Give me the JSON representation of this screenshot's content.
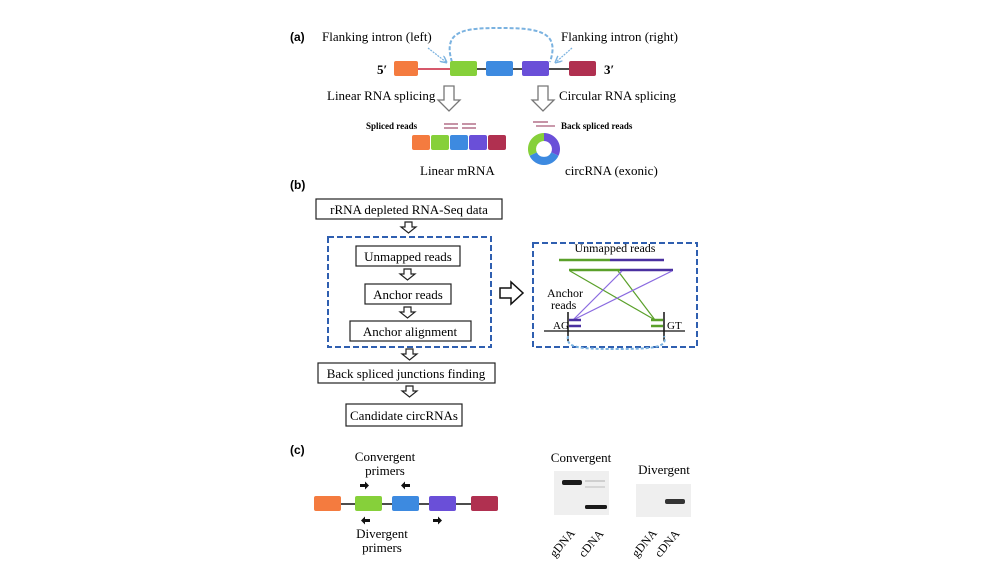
{
  "panel_a": {
    "label": "(a)",
    "flank_left": "Flanking intron (left)",
    "flank_right": "Flanking intron (right)",
    "five_prime": "5′",
    "three_prime": "3′",
    "linear_splicing": "Linear RNA splicing",
    "circular_splicing": "Circular RNA  splicing",
    "spliced_reads": "Spliced reads",
    "back_spliced_reads": "Back spliced reads",
    "linear_mrna": "Linear mRNA",
    "circrna": "circRNA (exonic)"
  },
  "panel_b": {
    "label": "(b)",
    "steps": [
      "rRNA depleted RNA-Seq data",
      "Unmapped reads",
      "Anchor reads",
      "Anchor alignment",
      "Back spliced junctions finding",
      "Candidate circRNAs"
    ],
    "inset_title": "Unmapped  reads",
    "inset_anchor_line1": "Anchor",
    "inset_anchor_line2": "reads",
    "inset_ag": "AG",
    "inset_gt": "GT"
  },
  "panel_c": {
    "label": "(c)",
    "convergent_line1": "Convergent",
    "convergent_line2": "primers",
    "divergent_line1": "Divergent",
    "divergent_line2": "primers",
    "gel_convergent_title": "Convergent",
    "gel_divergent_title": "Divergent",
    "lane_gdna": "gDNA",
    "lane_cdna": "cDNA"
  },
  "colors": {
    "exon1": "#f47b3f",
    "exon2": "#86d03a",
    "exon3": "#3d8ae0",
    "exon4": "#6a4fd8",
    "exon5": "#b03050",
    "dashed_blue": "#2f5fb0",
    "light_blue": "#7ab2e0",
    "read_pink": "#b87890",
    "green_read": "#5aa02a",
    "purple_read": "#4a30a0",
    "intron_red": "#c8203a"
  }
}
